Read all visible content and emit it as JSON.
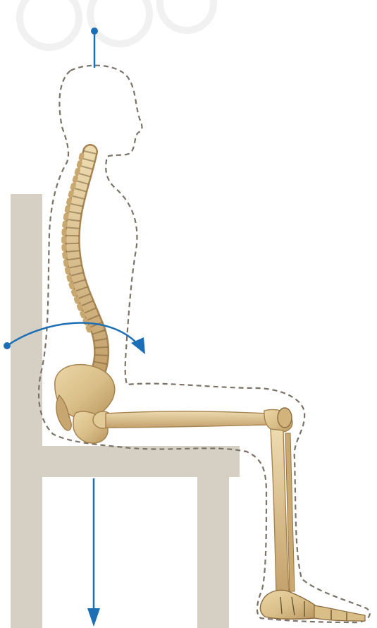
{
  "diagram": {
    "subject": "seated-posture-skeleton",
    "colors": {
      "background": "#ffffff",
      "chair": "#d6cfc4",
      "bone": "#dcc38f",
      "bone_shade": "#b89560",
      "bone_dark": "#6b5533",
      "outline": "#7c7368",
      "arrow": "#1c6fb4",
      "watermark": "#f1f1f1"
    },
    "elements": {
      "chair": "chair",
      "skeleton": "skeleton",
      "body_outline": "dashed-body-outline",
      "vertical_axis_arrow": "arrow-down",
      "rotation_arrow": "curved-arrow-right"
    }
  }
}
